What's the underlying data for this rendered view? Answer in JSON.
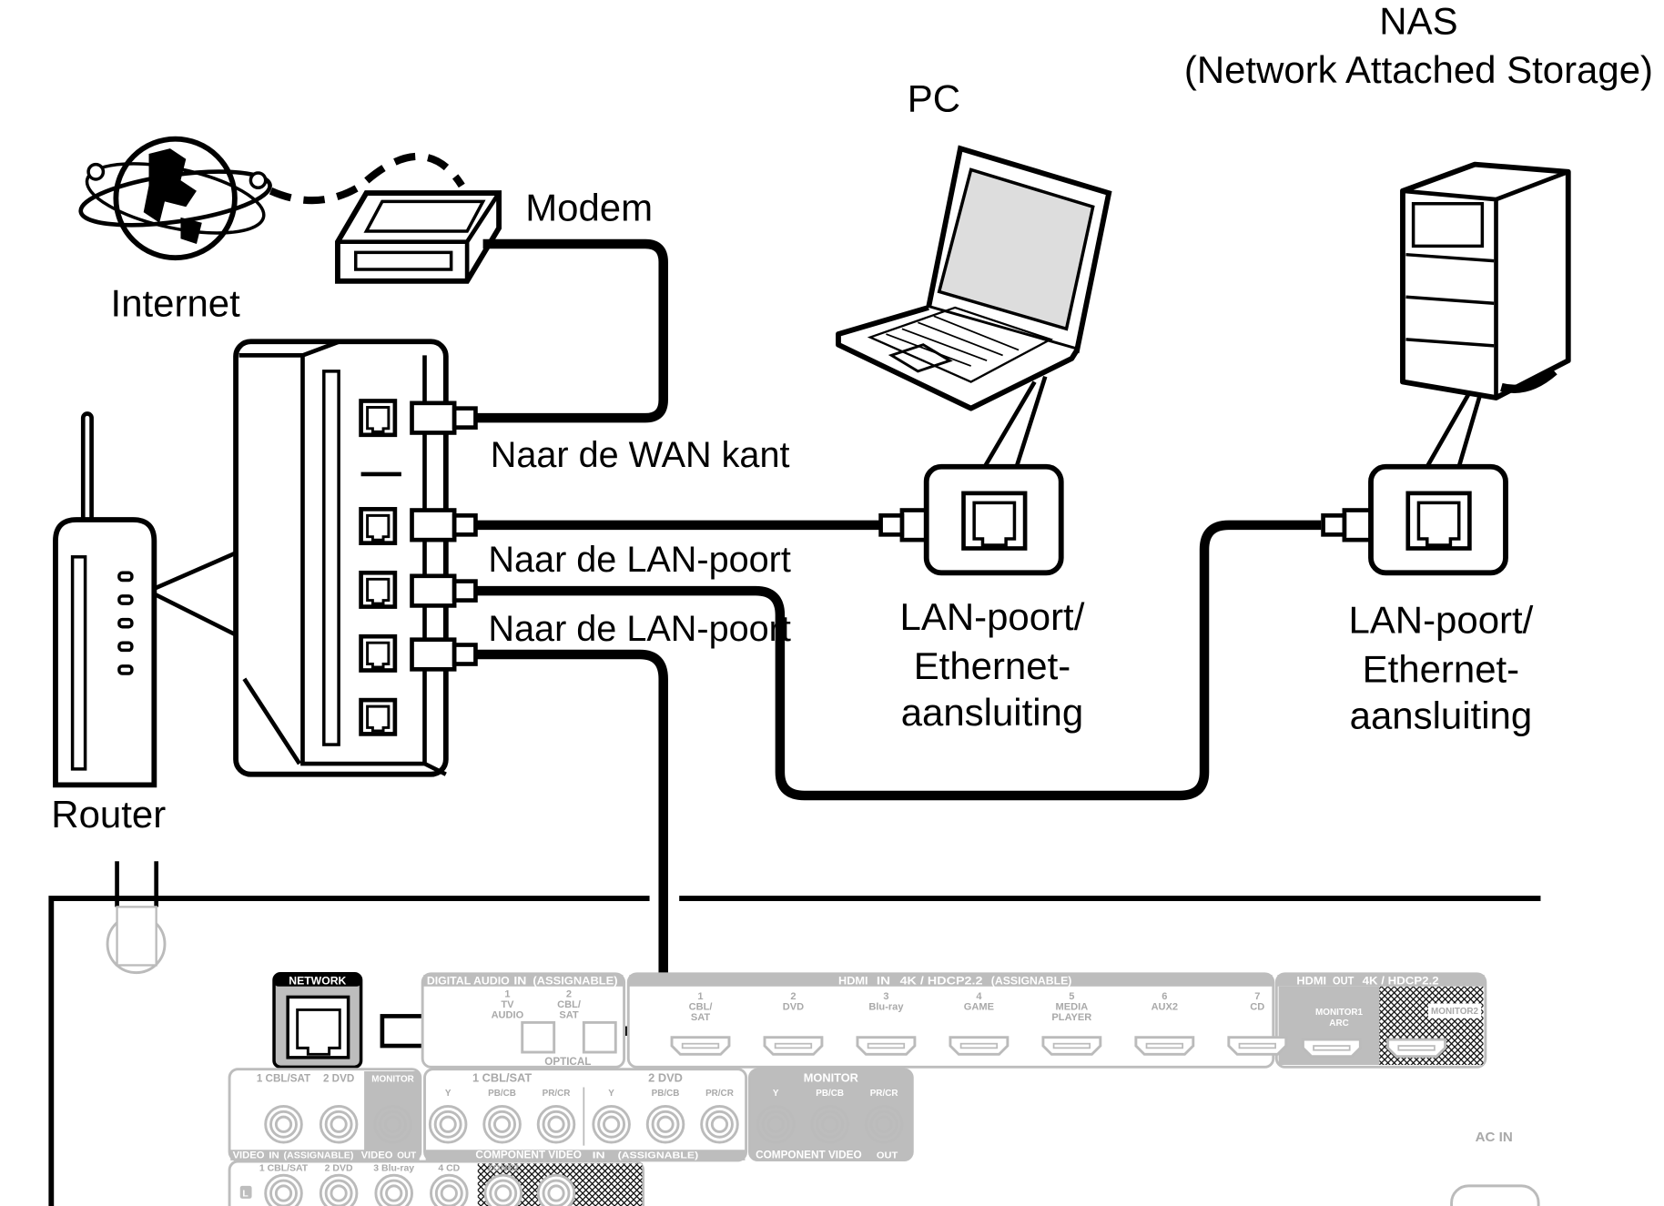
{
  "devices": {
    "nas_title": "NAS",
    "nas_subtitle": "(Network Attached Storage)",
    "pc": "PC",
    "modem": "Modem",
    "internet": "Internet",
    "router": "Router"
  },
  "connections": {
    "wan": "Naar de WAN kant",
    "lan1": "Naar de LAN-poort",
    "lan2": "Naar de LAN-poort"
  },
  "pc_port": [
    "LAN-poort/",
    "Ethernet-",
    "aansluiting"
  ],
  "nas_port": [
    "LAN-poort/",
    "Ethernet-",
    "aansluiting"
  ],
  "receiver": {
    "network": "NETWORK",
    "digital_audio": {
      "header": "DIGITAL AUDIO",
      "in": "IN",
      "assignable": "(ASSIGNABLE)",
      "inputs": [
        [
          "1",
          "TV",
          "AUDIO"
        ],
        [
          "2",
          "CBL/",
          "SAT"
        ]
      ],
      "optical": "OPTICAL"
    },
    "hdmi_in": {
      "header": "HDMI",
      "in": "IN",
      "spec": "4K / HDCP2.2",
      "assignable": "(ASSIGNABLE)",
      "inputs": [
        [
          "1",
          "CBL/",
          "SAT"
        ],
        [
          "2",
          "DVD",
          ""
        ],
        [
          "3",
          "Blu-ray",
          ""
        ],
        [
          "4",
          "GAME",
          ""
        ],
        [
          "5",
          "MEDIA",
          "PLAYER"
        ],
        [
          "6",
          "AUX2",
          ""
        ],
        [
          "7",
          "CD",
          ""
        ]
      ]
    },
    "hdmi_out": {
      "header": "HDMI",
      "out": "OUT",
      "spec": "4K / HDCP2.2",
      "monitor1": "MONITOR1",
      "arc": "ARC",
      "monitor2": "MONITOR2"
    },
    "video": {
      "inputs": [
        "1 CBL/SAT",
        "2 DVD"
      ],
      "monitor": "MONITOR",
      "footer_in": "VIDEO",
      "in": "IN",
      "assignable": "(ASSIGNABLE)",
      "footer_out": "VIDEO",
      "out": "OUT"
    },
    "component": {
      "groups": [
        "1 CBL/SAT",
        "2 DVD"
      ],
      "channels": [
        "Y",
        "PB/CB",
        "PR/CR"
      ],
      "footer": "COMPONENT VIDEO",
      "in": "IN",
      "assignable": "(ASSIGNABLE)",
      "monitor": "MONITOR",
      "out": "OUT"
    },
    "audio": {
      "inputs": [
        "1 CBL/SAT",
        "2 DVD",
        "3 Blu-ray",
        "4 CD"
      ],
      "zone2": "ZONE2",
      "left": "L"
    },
    "ac_in": "AC IN"
  }
}
